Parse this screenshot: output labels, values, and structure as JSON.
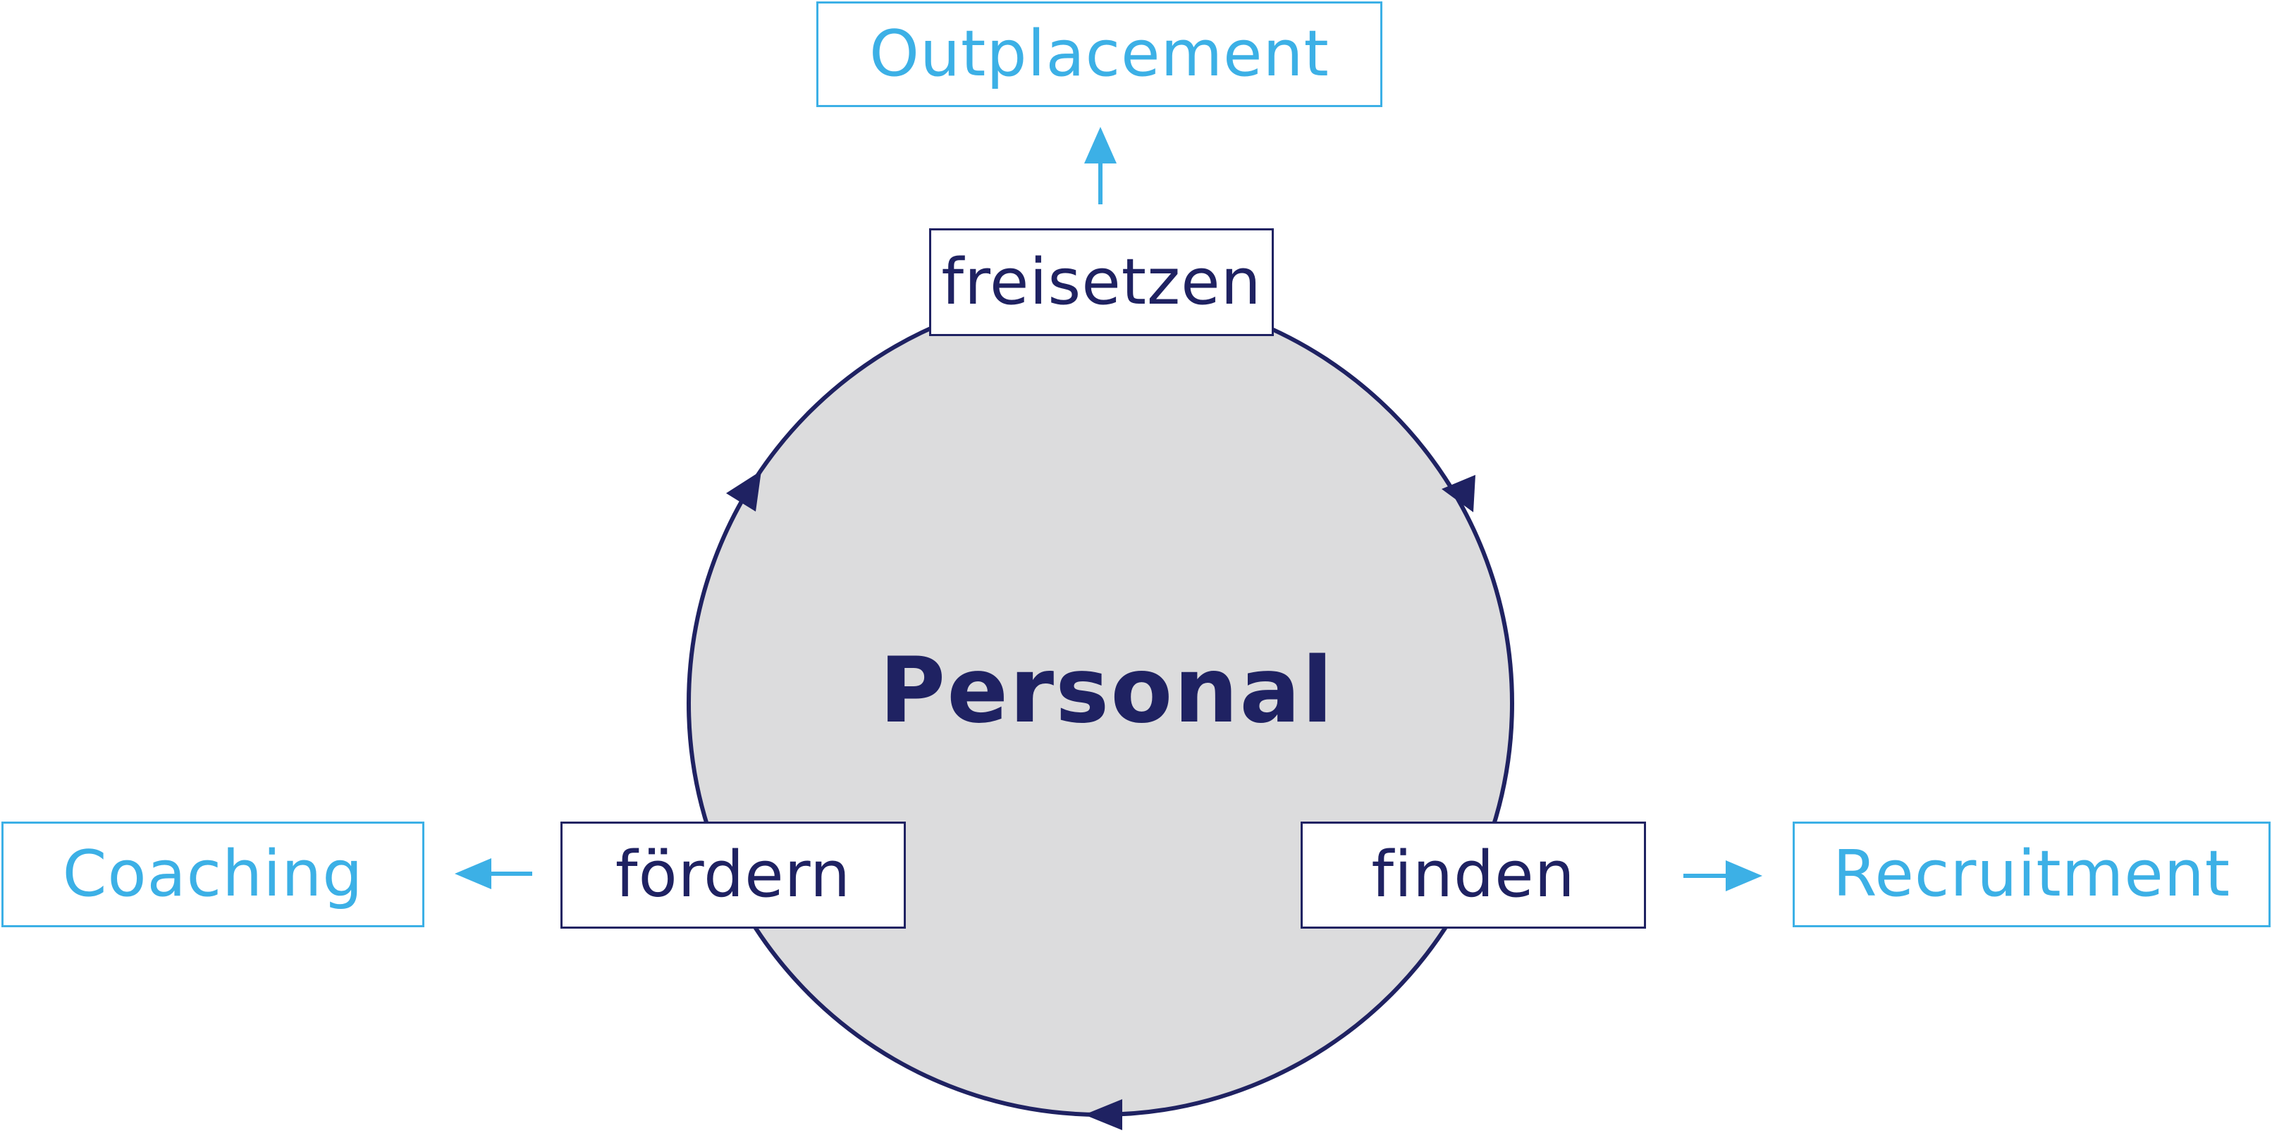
{
  "center": {
    "title": "Personal"
  },
  "cycle_steps": [
    {
      "id": "freisetzen",
      "label": "freisetzen"
    },
    {
      "id": "finden",
      "label": "finden"
    },
    {
      "id": "foerdern",
      "label": "fördern"
    }
  ],
  "outcomes": [
    {
      "id": "outplacement",
      "label": "Outplacement"
    },
    {
      "id": "recruitment",
      "label": "Recruitment"
    },
    {
      "id": "coaching",
      "label": "Coaching"
    }
  ],
  "colors": {
    "dark_navy": "#1f2262",
    "light_blue": "#3cb0e6",
    "circle_fill": "#dcdcdd",
    "background": "#ffffff"
  }
}
